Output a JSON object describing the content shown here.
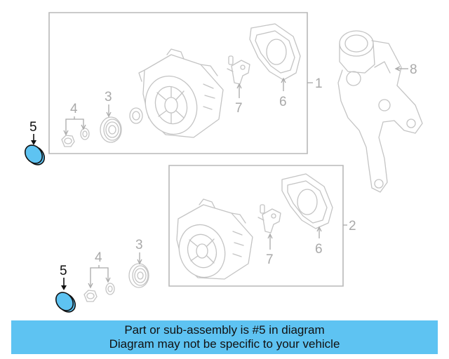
{
  "callouts": {
    "c1": "1",
    "c2": "2",
    "c3a": "3",
    "c3b": "3",
    "c4a": "4",
    "c4b": "4",
    "c5a": "5",
    "c5b": "5",
    "c6a": "6",
    "c6b": "6",
    "c7a": "7",
    "c7b": "7",
    "c8": "8"
  },
  "banner": {
    "line1": "Part or sub-assembly is #5 in diagram",
    "line2": "Diagram may not be specific to your vehicle"
  },
  "colors": {
    "highlight_part": "#5ec3f2",
    "banner_background": "#5ec3f2",
    "diagram_lines": "#c4c4c4"
  }
}
